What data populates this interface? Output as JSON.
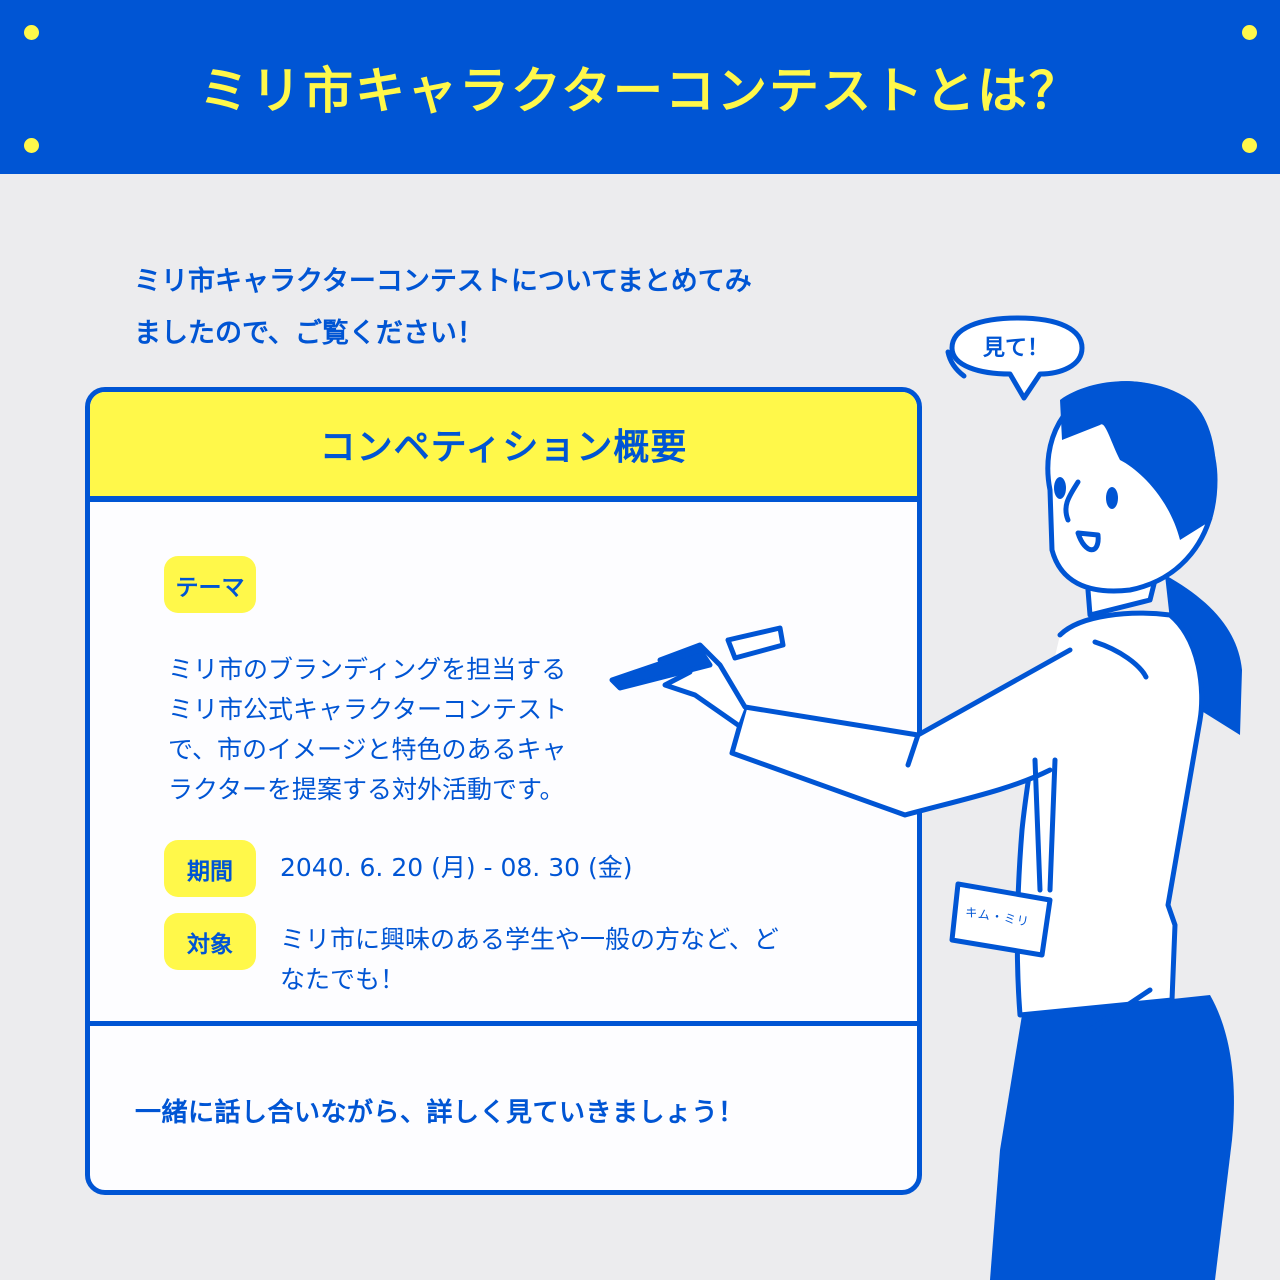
{
  "colors": {
    "brand_blue": "#0055d4",
    "accent_yellow": "#fff84a",
    "background": "#ececee",
    "card_bg": "#fdfdff"
  },
  "banner": {
    "title": "ミリ市キャラクターコンテストとは？",
    "decorations": [
      "dot",
      "dot",
      "dot",
      "dot"
    ]
  },
  "intro": {
    "line1": "ミリ市キャラクターコンテストについてまとめてみ",
    "line2": "ましたので、ご覧ください！"
  },
  "card": {
    "title": "コンペティション概要",
    "theme": {
      "label": "テーマ",
      "lines": [
        "ミリ市のブランディングを担当する",
        "ミリ市公式キャラクターコンテスト",
        "で、市のイメージと特色のあるキャ",
        "ラクターを提案する対外活動です。"
      ]
    },
    "period": {
      "label": "期間",
      "value": "2040. 6. 20 (月) - 08. 30 (金)"
    },
    "target": {
      "label": "対象",
      "lines": [
        "ミリ市に興味のある学生や一般の方など、ど",
        "なたでも！"
      ]
    },
    "closing": "一緒に話し合いながら、詳しく見ていきましょう！"
  },
  "character": {
    "speech_bubble": "見て！",
    "name_badge": "キム・ミリ"
  }
}
